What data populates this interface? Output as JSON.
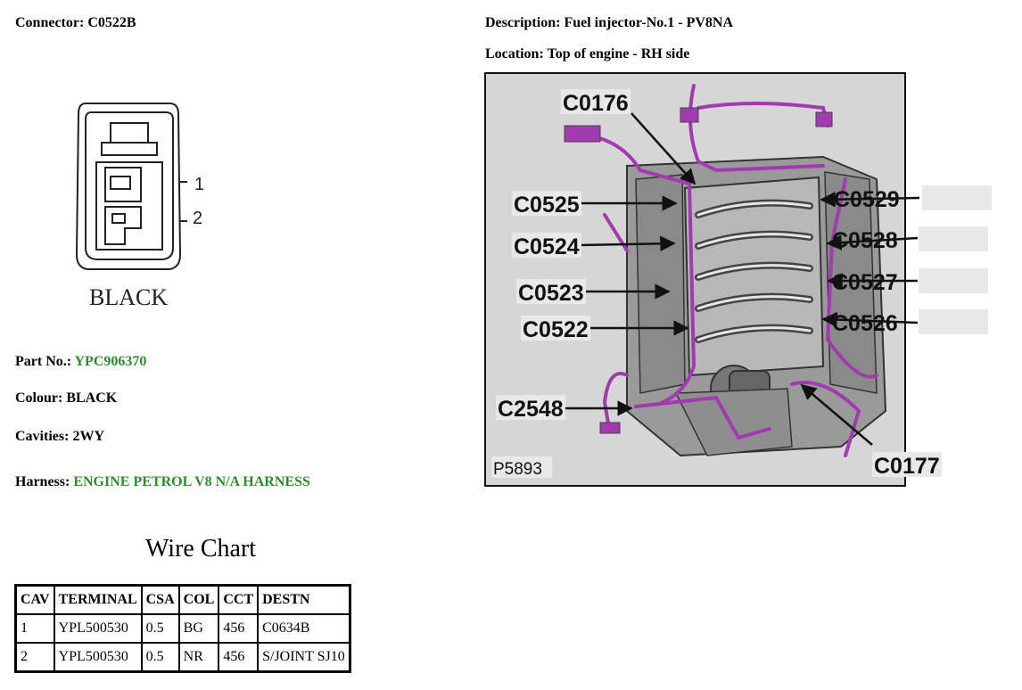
{
  "connector": {
    "label": "Connector:",
    "value": "C0522B"
  },
  "description": {
    "label": "Description:",
    "value": "Fuel injector-No.1 - PV8NA"
  },
  "location": {
    "label": "Location:",
    "value": "Top of engine - RH side"
  },
  "diagram": {
    "pin1": "1",
    "pin2": "2",
    "color_label": "BLACK"
  },
  "part_no": {
    "label": "Part No.:",
    "value": "YPC906370"
  },
  "colour": {
    "label": "Colour:",
    "value": "BLACK"
  },
  "cavities": {
    "label": "Cavities:",
    "value": "2WY"
  },
  "harness": {
    "label": "Harness:",
    "value": "ENGINE PETROL V8 N/A HARNESS"
  },
  "wire_chart": {
    "title": "Wire Chart",
    "headers": [
      "CAV",
      "TERMINAL",
      "CSA",
      "COL",
      "CCT",
      "DESTN"
    ],
    "rows": [
      [
        "1",
        "YPL500530",
        "0.5",
        "BG",
        "456",
        "C0634B"
      ],
      [
        "2",
        "YPL500530",
        "0.5",
        "NR",
        "456",
        "S/JOINT SJ10"
      ]
    ]
  },
  "figure": {
    "id": "P5893",
    "callouts": [
      "C0176",
      "C0525",
      "C0524",
      "C0523",
      "C0522",
      "C2548",
      "C0529",
      "C0528",
      "C0527",
      "C0526",
      "C0177"
    ]
  },
  "colors": {
    "green_value": "#2e8b2e",
    "harness_wire": "#a23ab0",
    "figure_bg": "#d6d6d6"
  }
}
